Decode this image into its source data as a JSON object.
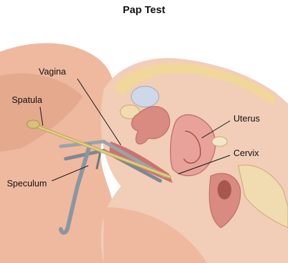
{
  "diagram": {
    "title": "Pap Test",
    "labels": {
      "vagina": "Vagina",
      "spatula": "Spatula",
      "uterus": "Uterus",
      "cervix": "Cervix",
      "speculum": "Speculum"
    }
  },
  "colors": {
    "skin": "#efb99f",
    "skin_shadow": "#d9977a",
    "tissue": "#e9a7a0",
    "tissue_dark": "#c9746d",
    "uterus": "#e8a29a",
    "bladder": "#cfd8e8",
    "bone": "#f0dcb0",
    "fat": "#f2d79a",
    "instrument": "#9aa3ad",
    "spatula": "#d8c07a",
    "text": "#111111"
  }
}
